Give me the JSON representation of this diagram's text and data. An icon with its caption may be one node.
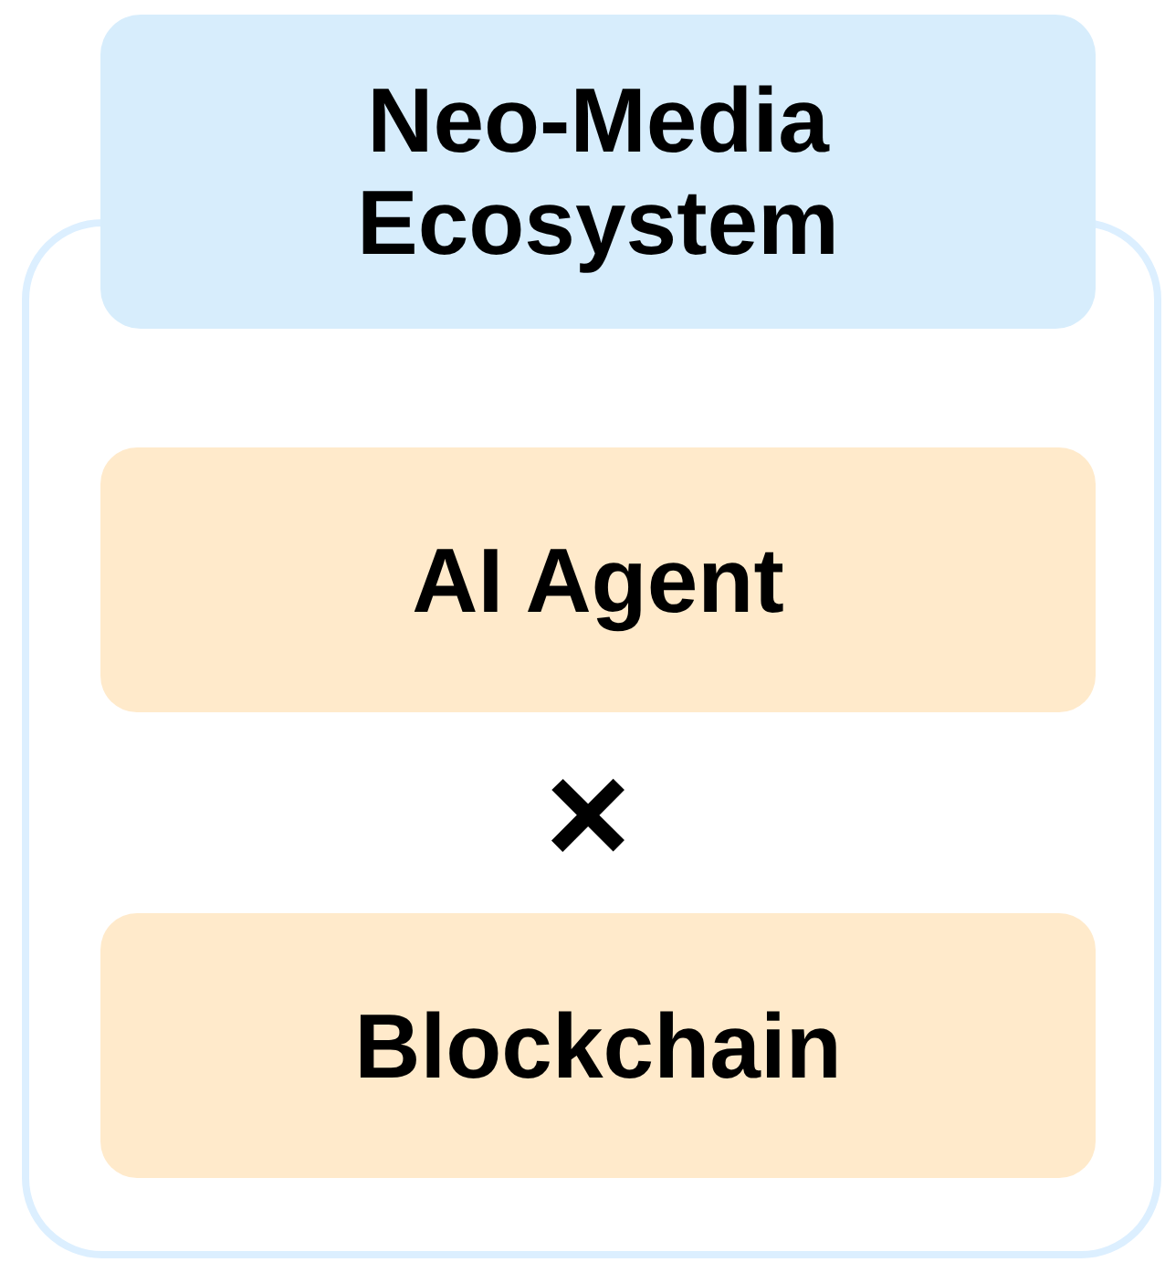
{
  "diagram": {
    "nodes": [
      {
        "text": [
          "Neo-Media Ecosystem"
        ]
      },
      {
        "text": [
          "AI Agent"
        ],
        "in": 0
      },
      {
        "text": [
          "Blockchain"
        ],
        "in": 0
      }
    ],
    "labels": [
      "×"
    ]
  }
}
